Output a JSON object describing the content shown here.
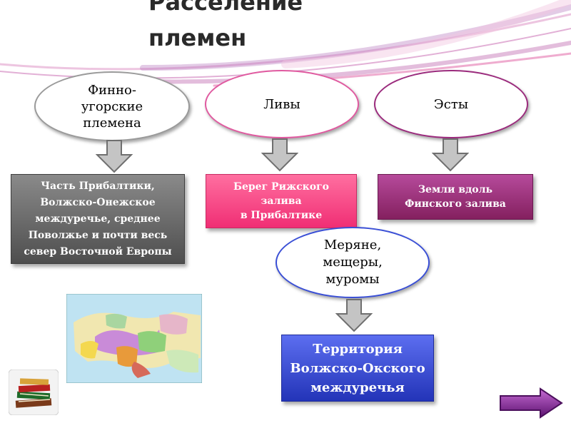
{
  "page_title": "Расселение\nплемен",
  "tribes": [
    {
      "name": "Финно-\nугорские\nплемена",
      "region": "Часть Прибалтики,\nВолжско-Онежское\nмеждуречье, среднее\nПоволжье и почти весь\nсевер Восточной Европы",
      "color": "#6e6e6e"
    },
    {
      "name": "Ливы",
      "region": "Берег Рижского\nзалива\nв Прибалтике",
      "color": "#ff4f8b"
    },
    {
      "name": "Эсты",
      "region": "Земли вдоль\nФинского залива",
      "color": "#9b2b7d"
    },
    {
      "name": "Меряне,\nмещеры,\nмуромы",
      "region": "Территория\nВолжско-Окского\nмеждуречья",
      "color": "#3a4fd6"
    }
  ],
  "colors": {
    "accent_pink": "#e05aa0",
    "stripe_purple": "#b06ab8",
    "next_button": "#7a1f8a"
  },
  "icons": {
    "books": "books-icon",
    "map": "map-image",
    "next": "next-arrow-icon"
  }
}
